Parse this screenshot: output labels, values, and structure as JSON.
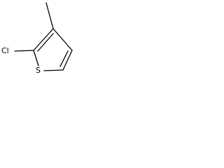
{
  "structure": {
    "atoms": [
      {
        "id": "chlorine",
        "label": "Cl"
      },
      {
        "id": "sulfur",
        "label": "S"
      }
    ],
    "bond_color": "#000000",
    "background_color": "#ffffff"
  }
}
